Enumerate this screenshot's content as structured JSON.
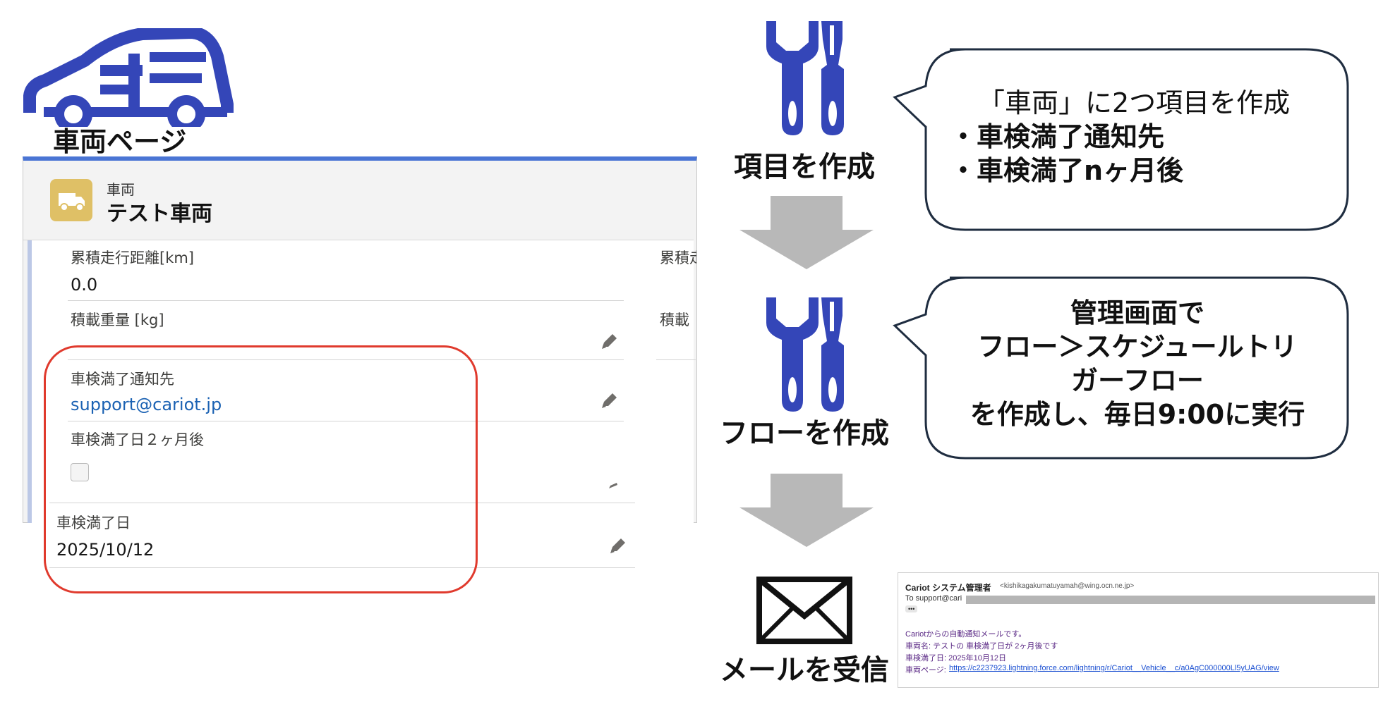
{
  "left": {
    "page_label": "車両ページ",
    "record": {
      "type_label": "車両",
      "name": "テスト車両"
    },
    "fields": {
      "mileage_label": "累積走行距離[km]",
      "mileage_value": "0.0",
      "right_col_label_1": "累積走",
      "load_label": "積載重量 [kg]",
      "right_col_label_2": "積載",
      "notify_label": "車検満了通知先",
      "notify_value": "support@cariot.jp",
      "two_month_label": "車検満了日２ヶ月後",
      "expiry_label": "車検満了日",
      "expiry_value": "2025/10/12"
    }
  },
  "flow": {
    "step1_label": "項目を作成",
    "step2_label": "フローを作成",
    "step3_label": "メールを受信",
    "bubble1": {
      "line1": "「車両」に2つ項目を作成",
      "line2": "・車検満了通知先",
      "line3": "・車検満了nヶ月後"
    },
    "bubble2": {
      "line1": "管理画面で",
      "line2": "フロー＞スケジュールトリ",
      "line3": "ガーフロー",
      "line4": "を作成し、毎日9:00に実行"
    }
  },
  "email": {
    "sender_name": "Cariot システム管理者",
    "sender_addr": "<kishikagakumatuyamah@wing.ocn.ne.jp>",
    "to_line": "To support@cari",
    "more": "•••",
    "body1": "Cariotからの自動通知メールです。",
    "body2": "車両名: テストの 車検満了日が 2ヶ月後です",
    "body3": "車検満了日: 2025年10月12日",
    "body4_prefix": "車両ページ: ",
    "body4_link": "https://c2237923.lightning.force.com/lightning/r/Cariot__Vehicle__c/a0AgC000000Ll5yUAG/view"
  },
  "colors": {
    "icon_blue": "#3446b8",
    "highlight_red": "#e03a2d",
    "arrow_gray": "#b8b8b8",
    "link_blue": "#1b62b3",
    "bubble_border": "#1f2d40"
  }
}
